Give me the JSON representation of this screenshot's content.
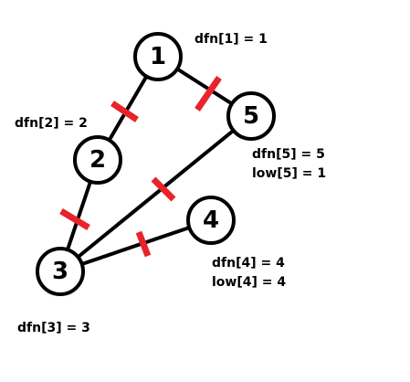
{
  "colors": {
    "edge": "#000000",
    "node_fill": "#ffffff",
    "node_stroke": "#000000",
    "cut_mark": "#e8232a"
  },
  "nodes": [
    {
      "id": "1",
      "label": "1"
    },
    {
      "id": "2",
      "label": "2"
    },
    {
      "id": "3",
      "label": "3"
    },
    {
      "id": "4",
      "label": "4"
    },
    {
      "id": "5",
      "label": "5"
    }
  ],
  "edges": [
    {
      "from": "1",
      "to": "2",
      "marked": true
    },
    {
      "from": "1",
      "to": "5",
      "marked": true
    },
    {
      "from": "2",
      "to": "3",
      "marked": true
    },
    {
      "from": "3",
      "to": "5",
      "marked": true
    },
    {
      "from": "3",
      "to": "4",
      "marked": true
    }
  ],
  "annotations": {
    "dfn1": "dfn[1] = 1",
    "dfn2": "dfn[2] = 2",
    "dfn3": "dfn[3] = 3",
    "dfn4": "dfn[4] = 4",
    "low4": "low[4] = 4",
    "dfn5": "dfn[5] = 5",
    "low5": "low[5] = 1"
  }
}
